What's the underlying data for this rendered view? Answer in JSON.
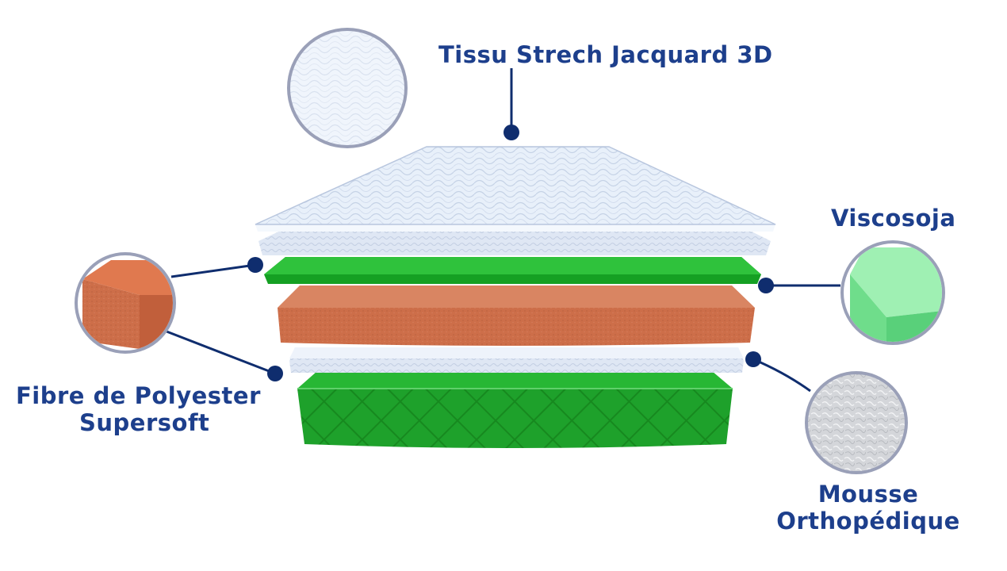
{
  "labels": {
    "top": "Tissu Strech Jacquard 3D",
    "viscosoja": "Viscosoja",
    "fibre": [
      "Fibre de Polyester",
      "Supersoft"
    ],
    "mousse": [
      "Mousse",
      "Orthopédique"
    ]
  },
  "colors": {
    "label_text": "#1d3f8c",
    "leader_line": "#0f2d6e",
    "circle_ring": "#9aa0b8",
    "fabric": "#e6eef8",
    "green": "#1fa32c",
    "orange_foam": "#cf6f4a",
    "viscosoja_swatch": "#7fe59a"
  },
  "icons": {
    "fabric_swatch": "quilted-fabric-swatch",
    "orange_swatch": "orange-foam-swatch",
    "green_swatch": "green-foam-swatch",
    "fiber_swatch": "fiber-wool-swatch"
  }
}
